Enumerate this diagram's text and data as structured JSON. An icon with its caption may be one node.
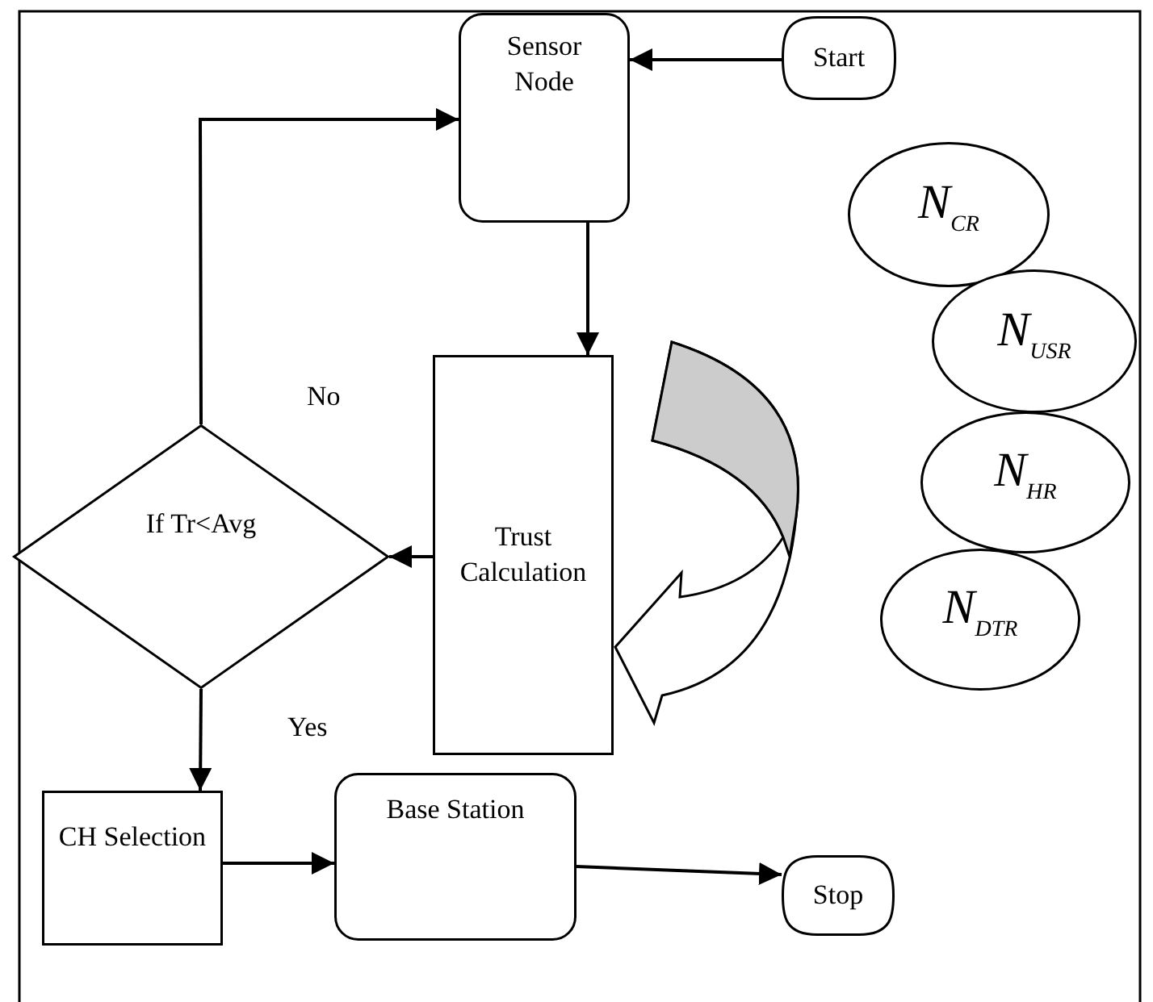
{
  "diagram": {
    "nodes": [
      {
        "text": [
          "Sensor Node"
        ]
      },
      {
        "text": [
          "Start"
        ]
      },
      {
        "text": [
          "Trust Calculation"
        ]
      },
      {
        "text": [
          "If Tr<Avg"
        ]
      },
      {
        "text": [
          "CH Selection"
        ]
      },
      {
        "text": [
          "Base Station"
        ]
      },
      {
        "text": [
          "Stop"
        ]
      },
      {
        "text": [
          "N$_{CR}$"
        ]
      },
      {
        "text": [
          "N$_{USR}$"
        ]
      },
      {
        "text": [
          "N$_{HR}$"
        ]
      },
      {
        "text": [
          "N$_{DTR}$"
        ]
      }
    ],
    "edges": [
      {
        "from": 1,
        "to": 0,
        "arrow": "to"
      },
      {
        "from": 0,
        "to": 2,
        "arrow": "to"
      },
      {
        "from": 2,
        "to": 3,
        "arrow": "to"
      },
      {
        "from": 3,
        "to": 0,
        "arrow": "to",
        "label": "No"
      },
      {
        "from": 3,
        "to": 4,
        "arrow": "to",
        "label": "Yes"
      },
      {
        "from": 4,
        "to": 5,
        "arrow": "to"
      },
      {
        "from": 5,
        "to": 6,
        "arrow": "to"
      },
      {
        "from": null,
        "to": 2,
        "arrow": "to",
        "style": "thick"
      }
    ]
  }
}
